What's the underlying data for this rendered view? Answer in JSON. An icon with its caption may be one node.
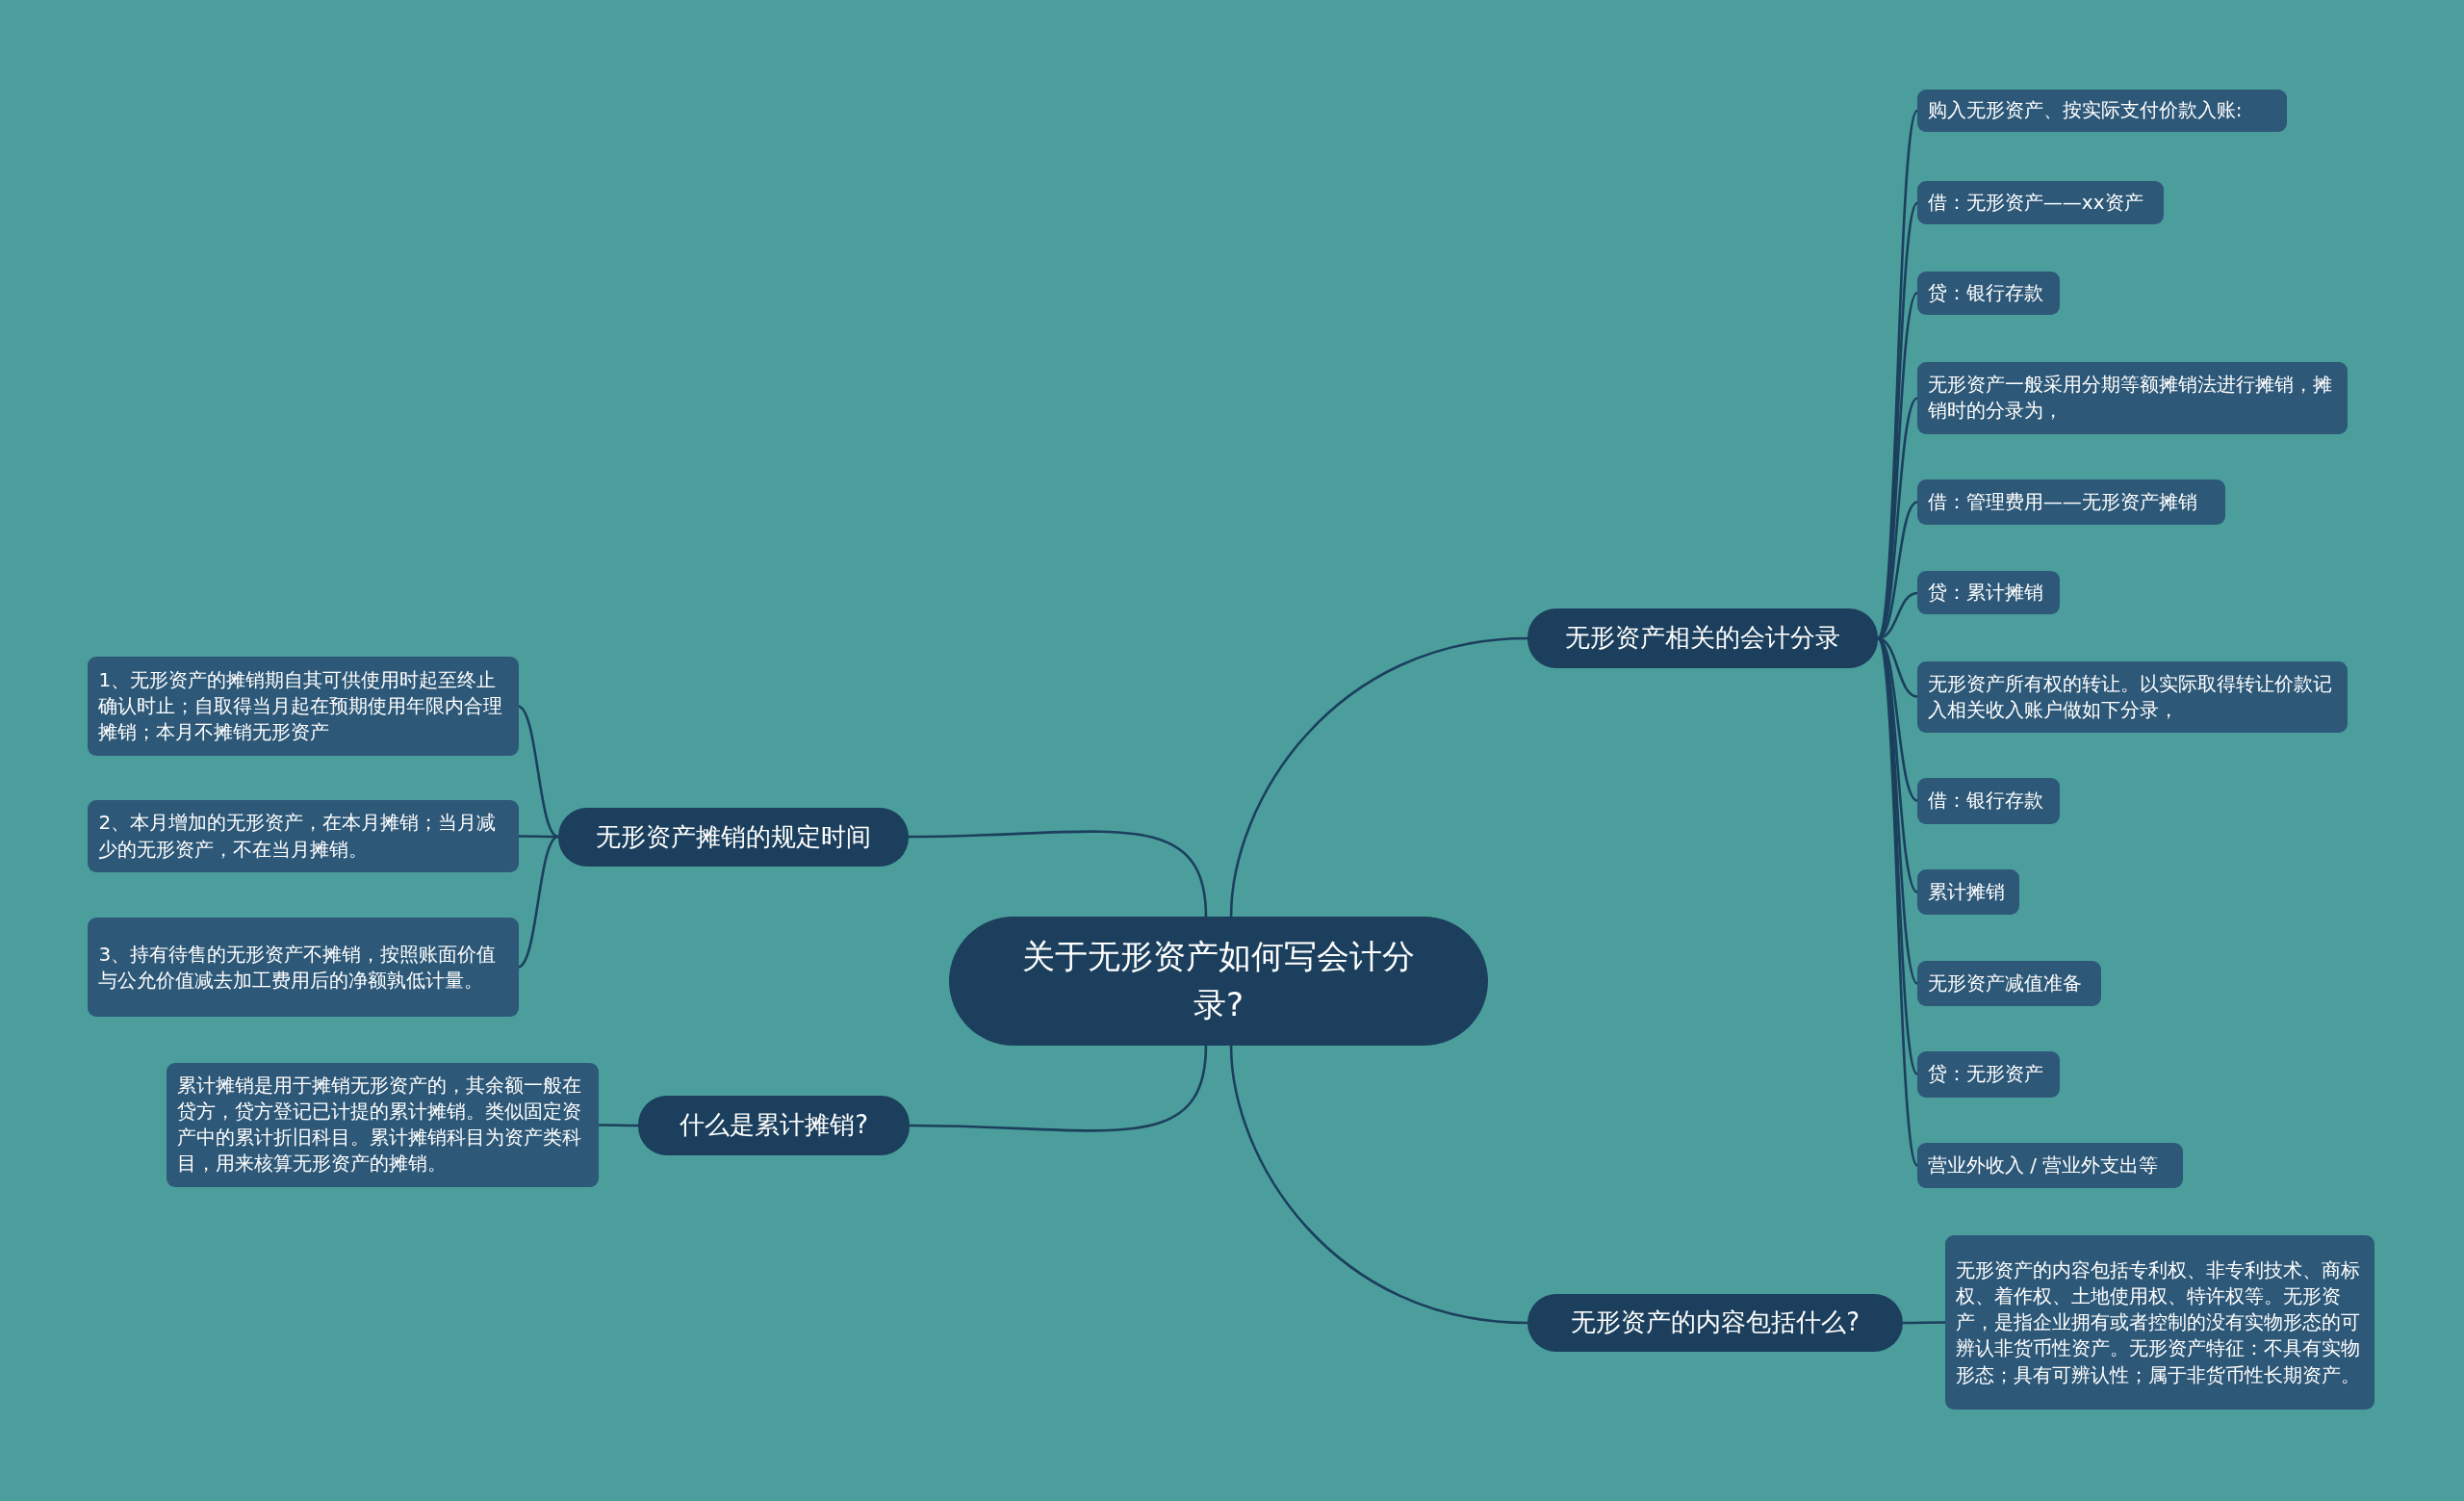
{
  "diagram": {
    "nodes": [
      {
        "text": [
          "关于无形资产如何写会计分录?"
        ]
      },
      {
        "text": [
          "无形资产摊销的规定时间"
        ]
      },
      {
        "text": [
          "1、无形资产的摊销期自其可供使用时起至终止确认时止；自取得当月起在预期使用年限内合理摊销；本月不摊销无形资产"
        ]
      },
      {
        "text": [
          "2、本月增加的无形资产，在本月摊销；当月减少的无形资产，不在当月摊销。"
        ]
      },
      {
        "text": [
          "3、持有待售的无形资产不摊销，按照账面价值与公允价值减去加工费用后的净额孰低计量。"
        ]
      },
      {
        "text": [
          "什么是累计摊销?"
        ]
      },
      {
        "text": [
          "累计摊销是用于摊销无形资产的，其余额一般在贷方，贷方登记已计提的累计摊销。类似固定资产中的累计折旧科目。累计摊销科目为资产类科目，用来核算无形资产的摊销。"
        ]
      },
      {
        "text": [
          "无形资产相关的会计分录"
        ]
      },
      {
        "text": [
          "购入无形资产、按实际支付价款入账:"
        ]
      },
      {
        "text": [
          "借：无形资产——xx资产"
        ]
      },
      {
        "text": [
          "贷：银行存款"
        ]
      },
      {
        "text": [
          "无形资产一般采用分期等额摊销法进行摊销，摊销时的分录为，"
        ]
      },
      {
        "text": [
          "借：管理费用——无形资产摊销"
        ]
      },
      {
        "text": [
          "贷：累计摊销"
        ]
      },
      {
        "text": [
          "无形资产所有权的转让。以实际取得转让价款记入相关收入账户做如下分录，"
        ]
      },
      {
        "text": [
          "借：银行存款"
        ]
      },
      {
        "text": [
          "累计摊销"
        ]
      },
      {
        "text": [
          "无形资产减值准备"
        ]
      },
      {
        "text": [
          "贷：无形资产"
        ]
      },
      {
        "text": [
          "营业外收入 / 营业外支出等"
        ]
      },
      {
        "text": [
          "无形资产的内容包括什么?"
        ]
      },
      {
        "text": [
          "无形资产的内容包括专利权、非专利技术、商标权、着作权、土地使用权、特许权等。无形资产，是指企业拥有或者控制的没有实物形态的可辨认非货币性资产。无形资产特征：不具有实物形态；具有可辨认性；属于非货币性长期资产。"
        ]
      }
    ],
    "edges": [
      {
        "from": 0,
        "to": 1,
        "arrow": "none"
      },
      {
        "from": 1,
        "to": 2,
        "arrow": "none"
      },
      {
        "from": 1,
        "to": 3,
        "arrow": "none"
      },
      {
        "from": 1,
        "to": 4,
        "arrow": "none"
      },
      {
        "from": 0,
        "to": 5,
        "arrow": "none"
      },
      {
        "from": 5,
        "to": 6,
        "arrow": "none"
      },
      {
        "from": 0,
        "to": 7,
        "arrow": "none"
      },
      {
        "from": 7,
        "to": 8,
        "arrow": "none"
      },
      {
        "from": 7,
        "to": 9,
        "arrow": "none"
      },
      {
        "from": 7,
        "to": 10,
        "arrow": "none"
      },
      {
        "from": 7,
        "to": 11,
        "arrow": "none"
      },
      {
        "from": 7,
        "to": 12,
        "arrow": "none"
      },
      {
        "from": 7,
        "to": 13,
        "arrow": "none"
      },
      {
        "from": 7,
        "to": 14,
        "arrow": "none"
      },
      {
        "from": 7,
        "to": 15,
        "arrow": "none"
      },
      {
        "from": 7,
        "to": 16,
        "arrow": "none"
      },
      {
        "from": 7,
        "to": 17,
        "arrow": "none"
      },
      {
        "from": 7,
        "to": 18,
        "arrow": "none"
      },
      {
        "from": 7,
        "to": 19,
        "arrow": "none"
      },
      {
        "from": 0,
        "to": 20,
        "arrow": "none"
      },
      {
        "from": 20,
        "to": 21,
        "arrow": "none"
      }
    ]
  }
}
